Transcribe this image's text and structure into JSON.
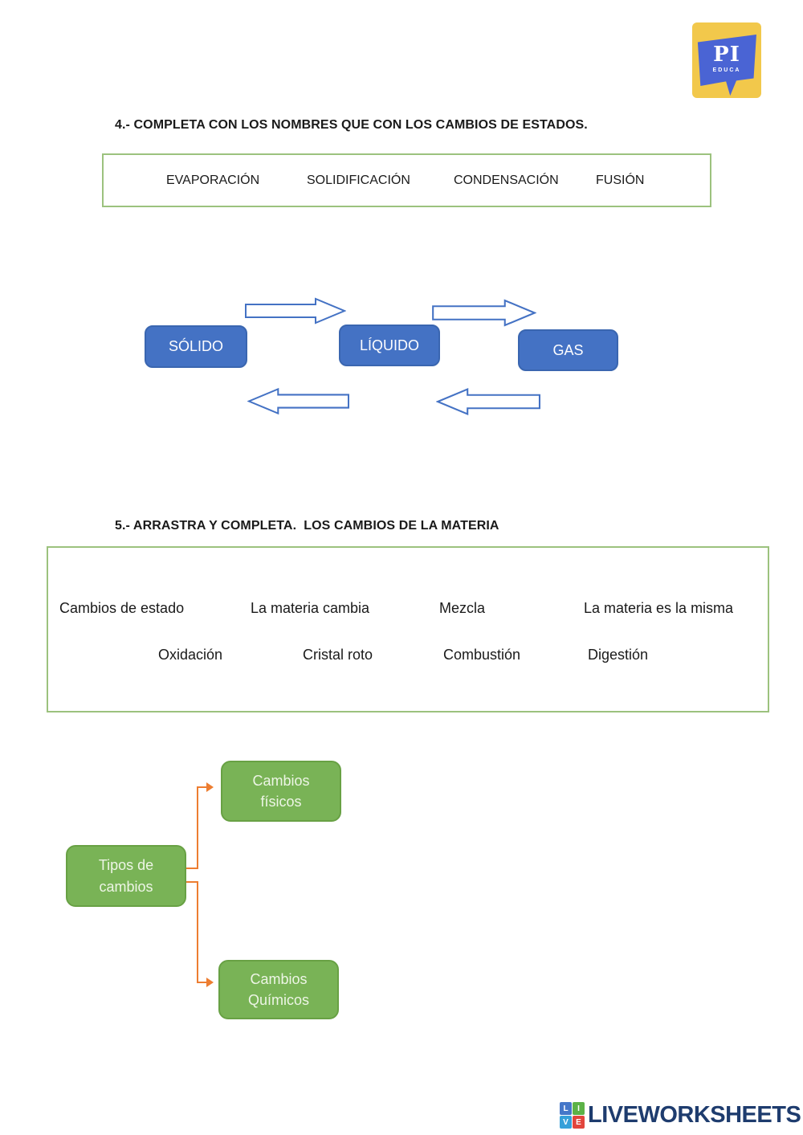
{
  "logo": {
    "name": "PI",
    "sub": "EDUCA",
    "bg_color": "#f2c84b",
    "bubble_color": "#4a64d4"
  },
  "section4": {
    "title": "4.- COMPLETA CON LOS NOMBRES QUE CON LOS CAMBIOS DE ESTADOS.",
    "word_bank": [
      "EVAPORACIÓN",
      "SOLIDIFICACIÓN",
      "CONDENSACIÓN",
      "FUSIÓN"
    ],
    "states": [
      "SÓLIDO",
      "LÍQUIDO",
      "GAS"
    ],
    "state_box_color": "#4472c4",
    "arrow_outline_color": "#4472c4"
  },
  "section5": {
    "title": "5.- ARRASTRA Y COMPLETA.  LOS CAMBIOS DE LA MATERIA",
    "word_bank_row1": [
      "Cambios de estado",
      "La materia cambia",
      "Mezcla",
      "La materia es la misma"
    ],
    "word_bank_row2": [
      "Oxidación",
      "Cristal roto",
      "Combustión",
      "Digestión"
    ],
    "diagram": {
      "root_line1": "Tipos de",
      "root_line2": "cambios",
      "child1_line1": "Cambios",
      "child1_line2": "físicos",
      "child2_line1": "Cambios",
      "child2_line2": "Químicos",
      "box_color": "#79b356",
      "connector_color": "#ed7d31"
    }
  },
  "footer": {
    "brand": "LIVEWORKSHEETS",
    "icon_letters": [
      "L",
      "I",
      "V",
      "E"
    ],
    "icon_colors": [
      "#4577c9",
      "#5cb247",
      "#36a0d9",
      "#e2453c"
    ],
    "brand_color": "#1e3c6e"
  },
  "accents": {
    "word_box_border": "#9cc27e"
  }
}
